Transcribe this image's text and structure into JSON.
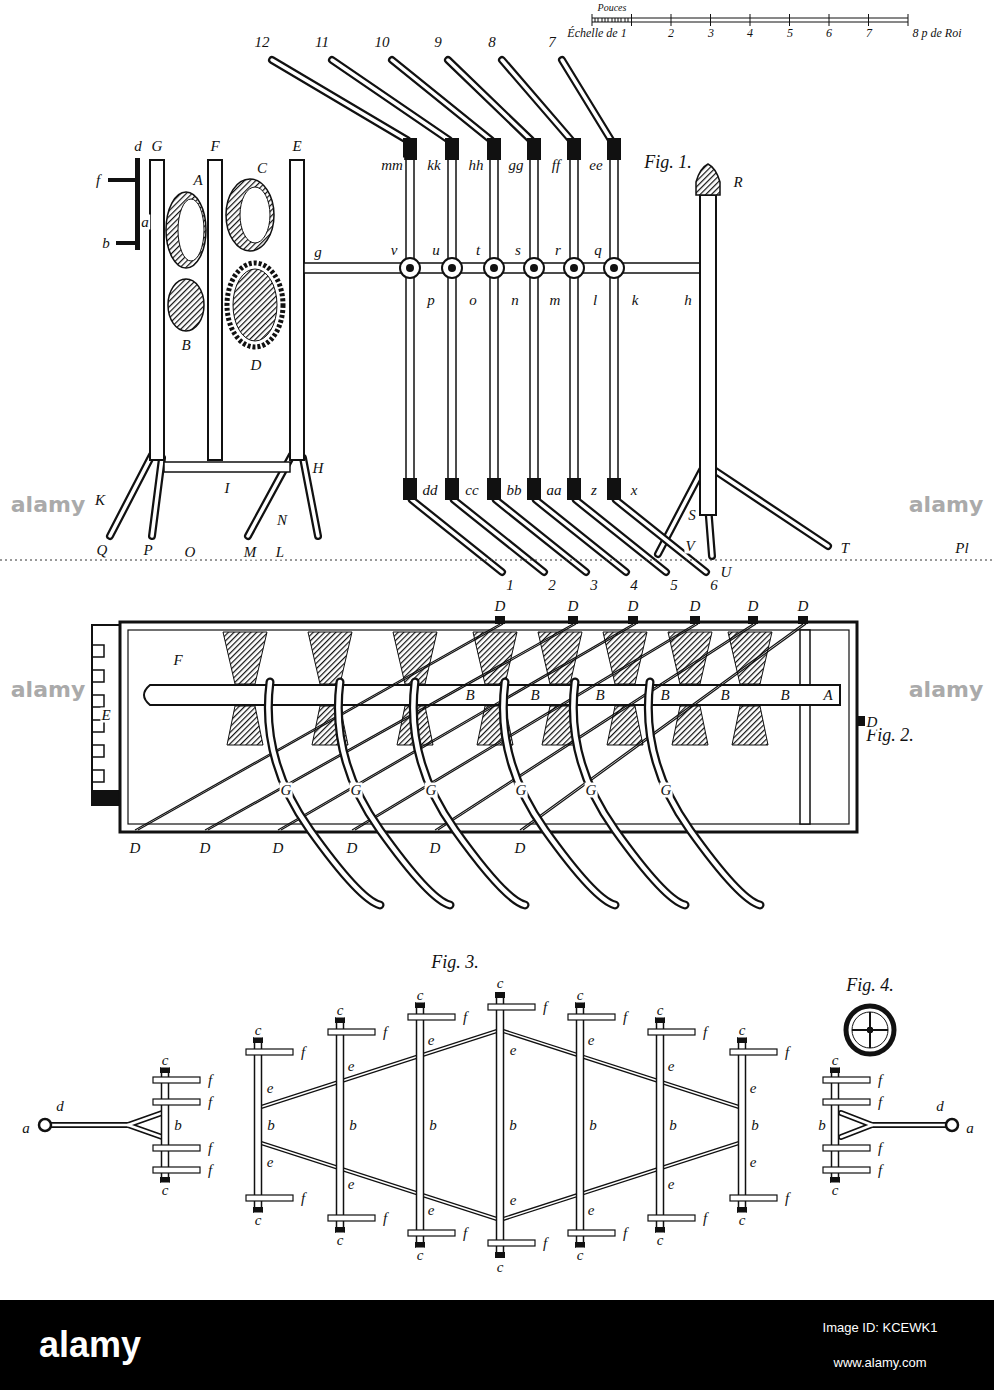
{
  "diagram": {
    "labels": [
      "Pouces",
      "Échelle de 1",
      "2",
      "3",
      "4",
      "5",
      "6",
      "7",
      "8 p de Roi",
      "12",
      "11",
      "10",
      "9",
      "8",
      "7",
      "mm",
      "kk",
      "hh",
      "gg",
      "ff",
      "ee",
      "Fig. 1.",
      "d",
      "G",
      "F",
      "E",
      "f",
      "A",
      "C",
      "b",
      "a",
      "g",
      "B",
      "D",
      "v",
      "u",
      "t",
      "s",
      "r",
      "q",
      "p",
      "o",
      "n",
      "m",
      "l",
      "k",
      "h",
      "R",
      "dd",
      "cc",
      "bb",
      "aa",
      "z",
      "x",
      "K",
      "I",
      "H",
      "N",
      "Q",
      "P",
      "O",
      "M",
      "L",
      "S",
      "V",
      "U",
      "T",
      "Pl",
      "1",
      "2",
      "3",
      "4",
      "5",
      "6",
      "Fig. 2.",
      "E",
      "F",
      "D",
      "D",
      "D",
      "D",
      "D",
      "D",
      "D",
      "D",
      "D",
      "D",
      "D",
      "D",
      "D",
      "B",
      "B",
      "B",
      "B",
      "B",
      "B",
      "A",
      "G",
      "G",
      "G",
      "G",
      "G",
      "G",
      "Fig. 3.",
      "a",
      "d",
      "d",
      "a",
      "c",
      "f",
      "f",
      "b",
      "f",
      "f",
      "c",
      "c",
      "f",
      "e",
      "b",
      "e",
      "f",
      "c",
      "c",
      "f",
      "e",
      "b",
      "e",
      "f",
      "c",
      "c",
      "f",
      "e",
      "b",
      "e",
      "f",
      "c",
      "c",
      "f",
      "e",
      "b",
      "e",
      "f",
      "c",
      "c",
      "f",
      "e",
      "b",
      "e",
      "f",
      "c",
      "c",
      "f",
      "e",
      "b",
      "e",
      "f",
      "c",
      "c",
      "f",
      "e",
      "b",
      "e",
      "f",
      "c",
      "c",
      "f",
      "f",
      "b",
      "f",
      "f",
      "c",
      "Fig. 4.",
      "alamy",
      "alamy",
      "alamy",
      "alamy",
      "alamy",
      "Image ID: KCEWK1",
      "www.alamy.com"
    ]
  }
}
